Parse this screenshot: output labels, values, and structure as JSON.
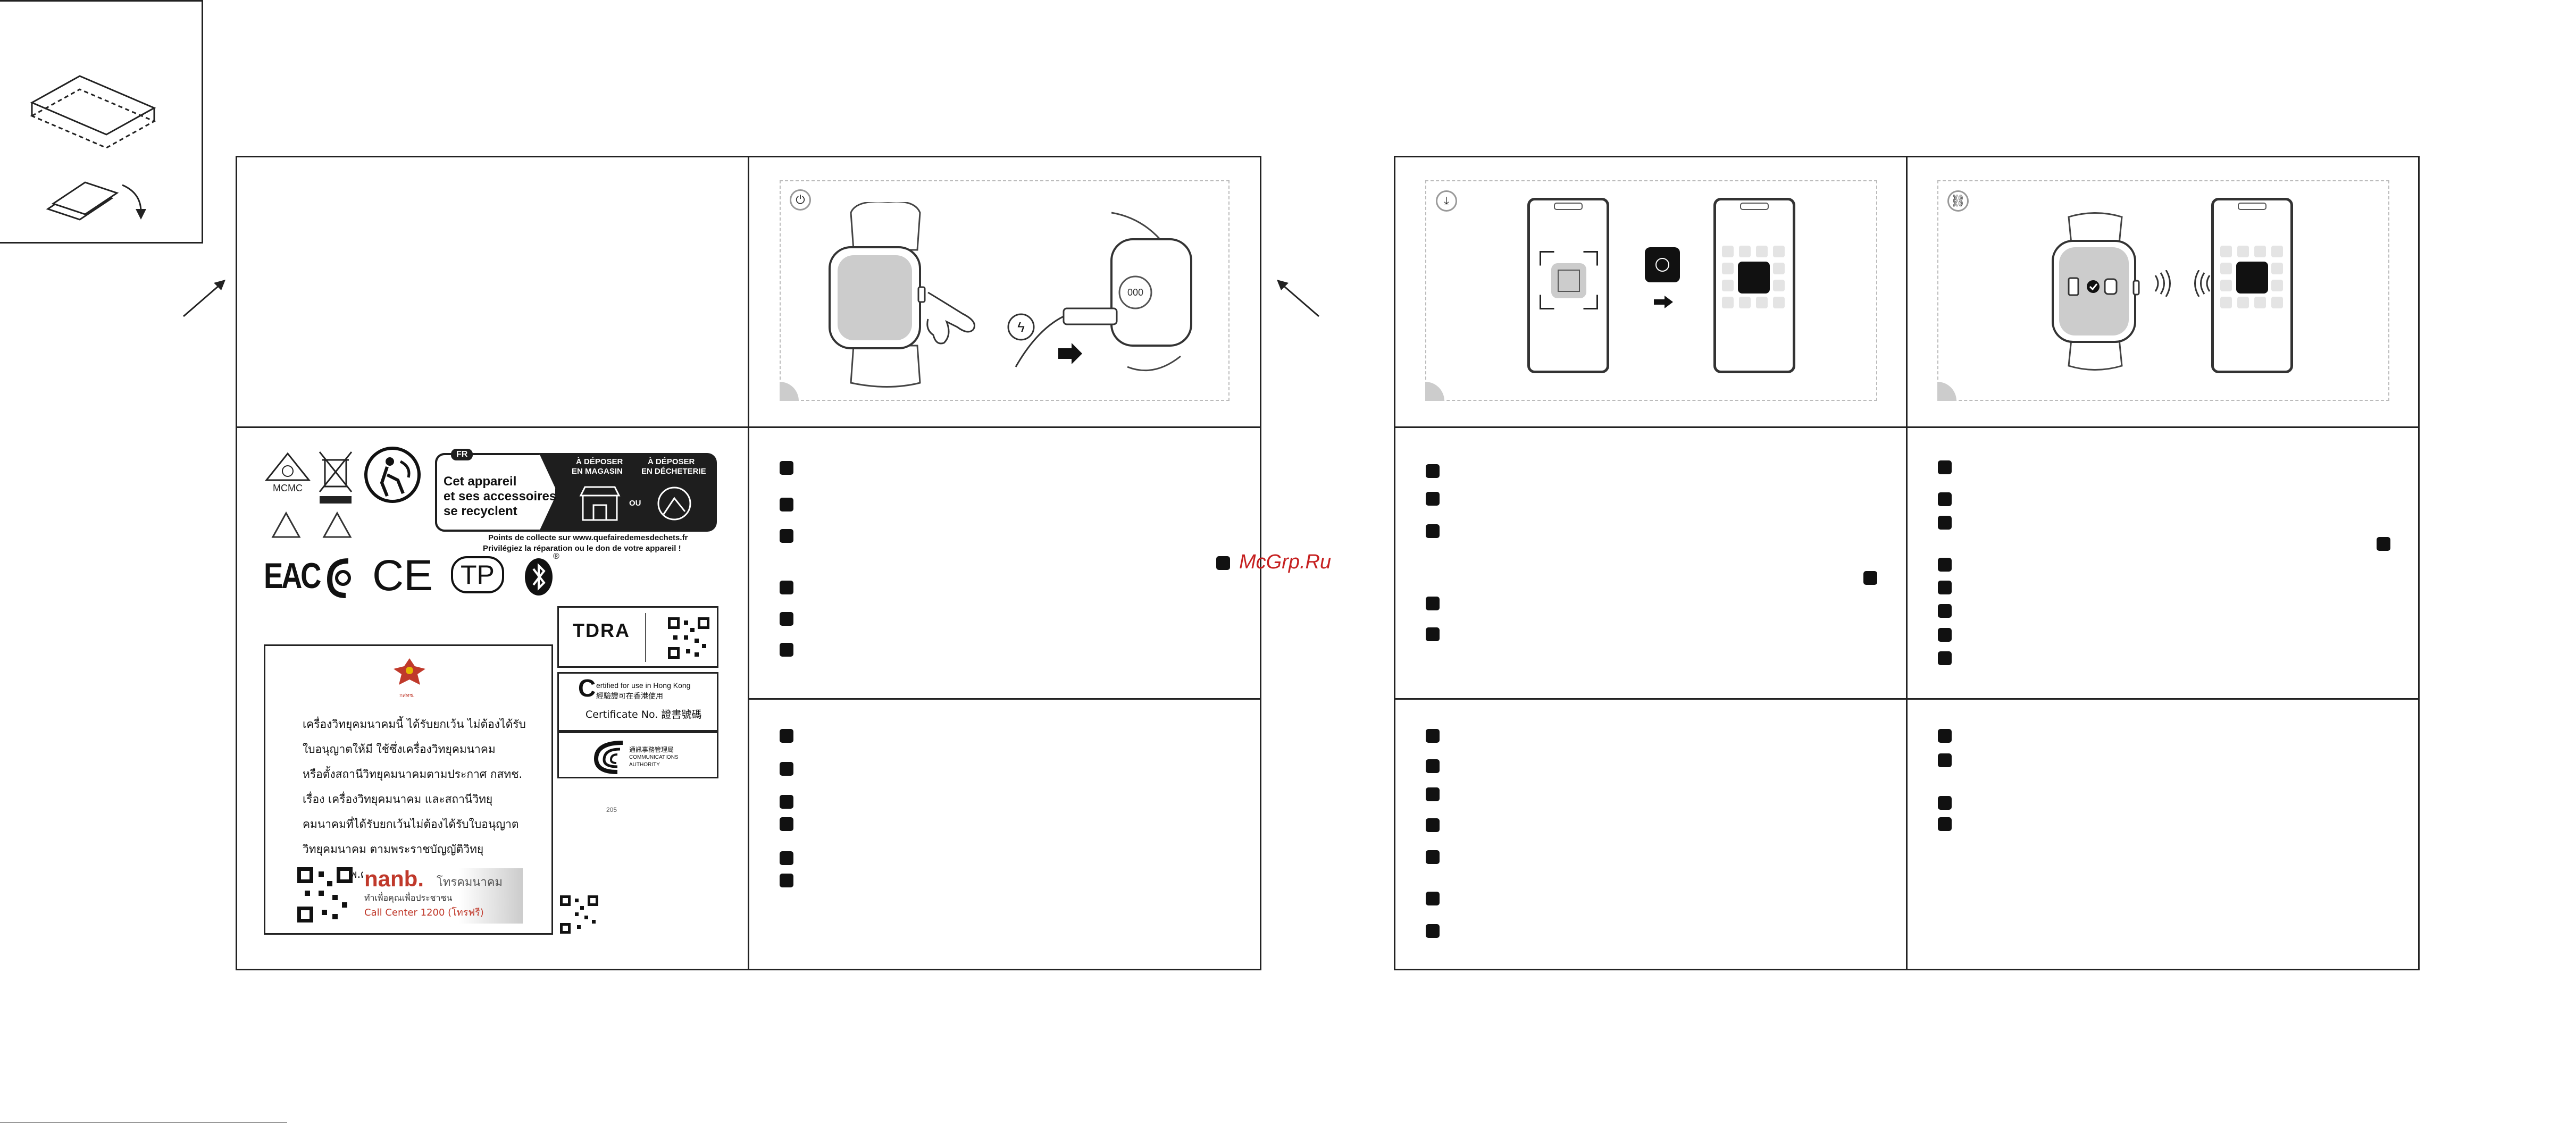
{
  "watermark": "McGrp.Ru",
  "power_icon": "power-icon",
  "download_icon": "download-icon",
  "link_icon": "link-icon",
  "fr_label": {
    "badge": "FR",
    "main_line1": "Cet appareil",
    "main_line2": "et ses accessoires",
    "main_line3": "se recyclent",
    "col1_line1": "À DÉPOSER",
    "col1_line2": "EN MAGASIN",
    "or": "OU",
    "col2_line1": "À DÉPOSER",
    "col2_line2": "EN DÉCHETERIE",
    "footer_line1": "Points de collecte sur www.quefairedemesdechets.fr",
    "footer_line2": "Privilégiez la réparation ou le don de votre appareil !"
  },
  "marks": {
    "mcmc": "MCMC",
    "eac": "EAC",
    "ce": "CE",
    "tp": "TP",
    "registered": "®"
  },
  "tdra": "TDRA",
  "hk_cert": {
    "line1": "ertified for use in Hong Kong",
    "line1_initial": "C",
    "line2": "經驗證可在香港使用",
    "line3": "Certificate No. 證書號碼"
  },
  "ofca": {
    "line1": "通訊事務管理局",
    "line2": "COMMUNICATIONS",
    "line3": "AUTHORITY"
  },
  "page_num": "205",
  "thai": {
    "emblem_label": "กสทช.",
    "lines": [
      "เครื่องวิทยุคมนาคมนี้ ได้รับยกเว้น ไม่ต้องได้รับ",
      "ใบอนุญาตให้มี ใช้ซึ่งเครื่องวิทยุคมนาคม",
      "หรือตั้งสถานีวิทยุคมนาคมตามประกาศ กสทช.",
      "เรื่อง เครื่องวิทยุคมนาคม และสถานีวิทยุ",
      "คมนาคมที่ได้รับยกเว้นไม่ต้องได้รับใบอนุญาต",
      "วิทยุคมนาคม ตามพระราชบัญญัติวิทยุ",
      "คมนาคม พ.ศ. 2498"
    ],
    "brand": "nanb.",
    "brand_tag": "โทรคมนาคม",
    "brand_sub": "ทำเพื่อคุณเพื่อประชาชน",
    "call_center": "Call Center 1200 (โทรฟรี)"
  },
  "watch_screen_text": "000"
}
